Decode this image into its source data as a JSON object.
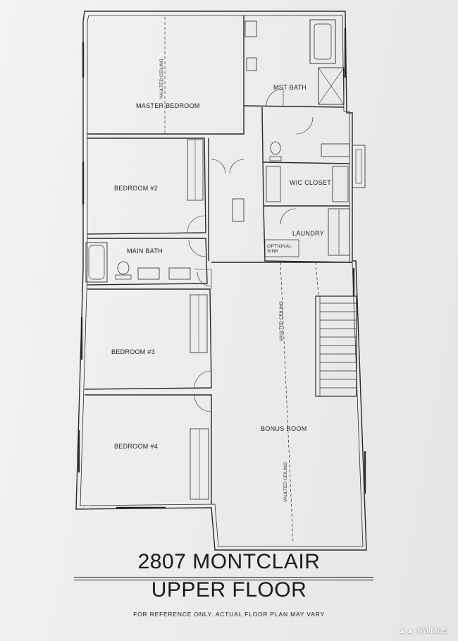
{
  "plan": {
    "rooms": {
      "master_bedroom": "MASTER BEDROOM",
      "mst_bath": "MST BATH",
      "bedroom2": "BEDROOM #2",
      "wic_closet": "WIC CLOSET",
      "laundry": "LAUNDRY",
      "optional_sink": "OPTIONAL\nSINK",
      "main_bath": "MAIN BATH",
      "bedroom3": "BEDROOM #3",
      "bonus_room": "BONUS ROOM",
      "bedroom4": "BEDROOM #4"
    },
    "vaulted_ceiling": "VAULTED CEILING"
  },
  "title": {
    "address": "2807 MONTCLAIR",
    "floor": "UPPER FLOOR",
    "disclaimer": "FOR REFERENCE ONLY. ACTUAL FLOOR PLAN MAY VARY"
  },
  "watermark": "NWMLS"
}
